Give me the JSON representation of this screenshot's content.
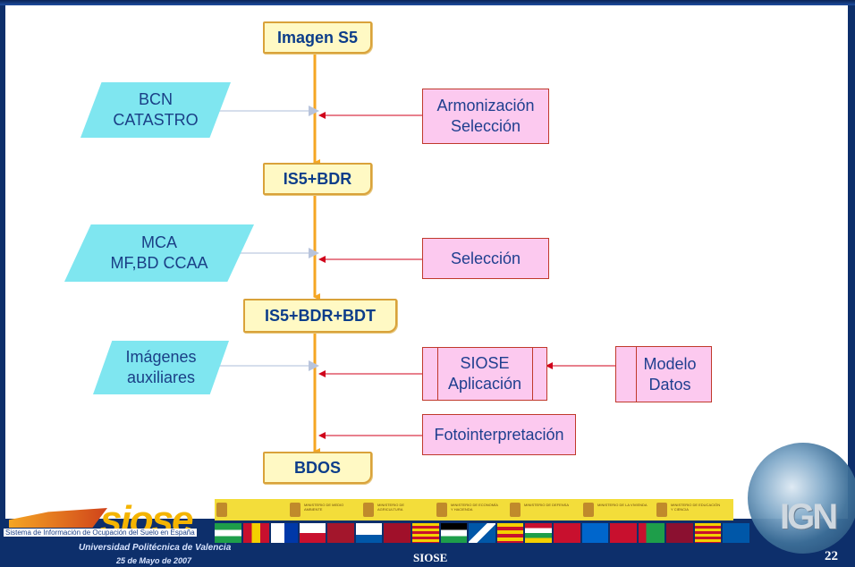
{
  "flow": {
    "imagen_s5": "Imagen S5",
    "is5_bdr": "IS5+BDR",
    "is5_bdr_bdt": "IS5+BDR+BDT",
    "bdos": "BDOS"
  },
  "inputs": [
    {
      "lines": [
        "BCN",
        "CATASTRO"
      ]
    },
    {
      "lines": [
        "MCA",
        "MF,BD CCAA"
      ]
    },
    {
      "lines": [
        "Imágenes",
        "auxiliares"
      ]
    }
  ],
  "processes": {
    "armonizacion": [
      "Armonización",
      "Selección"
    ],
    "seleccion": "Selección",
    "siose": [
      "SIOSE",
      "Aplicación"
    ],
    "modelo": [
      "Modelo",
      "Datos"
    ],
    "fotointerpretacion": "Fotointerpretación"
  },
  "colors": {
    "input_fill": "#7fe6f0",
    "process_fill": "#fcc9ef",
    "process_border": "#c0392b",
    "flow_fill": "#fff9c4",
    "flow_border": "#d9a23a",
    "main_arrow": "#f5a623",
    "input_arrow": "#c9d3e6",
    "process_arrow": "#d0021b",
    "footer_bg": "#0d2f6b"
  },
  "footer": {
    "logo_text": "siose",
    "logo_subtitle": "Sistema de Información de Ocupación del Suelo en España",
    "university": "Universidad Politécnica de Valencia",
    "date": "25  de Mayo de 2007",
    "title": "SIOSE",
    "page": "22",
    "ign_logo": "IGN",
    "ministries": [
      "MINISTERIO DE MEDIO AMBIENTE",
      "MINISTERIO DE AGRICULTURA",
      "MINISTERIO DE ECONOMÍA Y HACIENDA",
      "MINISTERIO DE DEFENSA",
      "MINISTERIO DE LA VIVIENDA",
      "MINISTERIO DE EDUCACIÓN Y CIENCIA"
    ]
  }
}
